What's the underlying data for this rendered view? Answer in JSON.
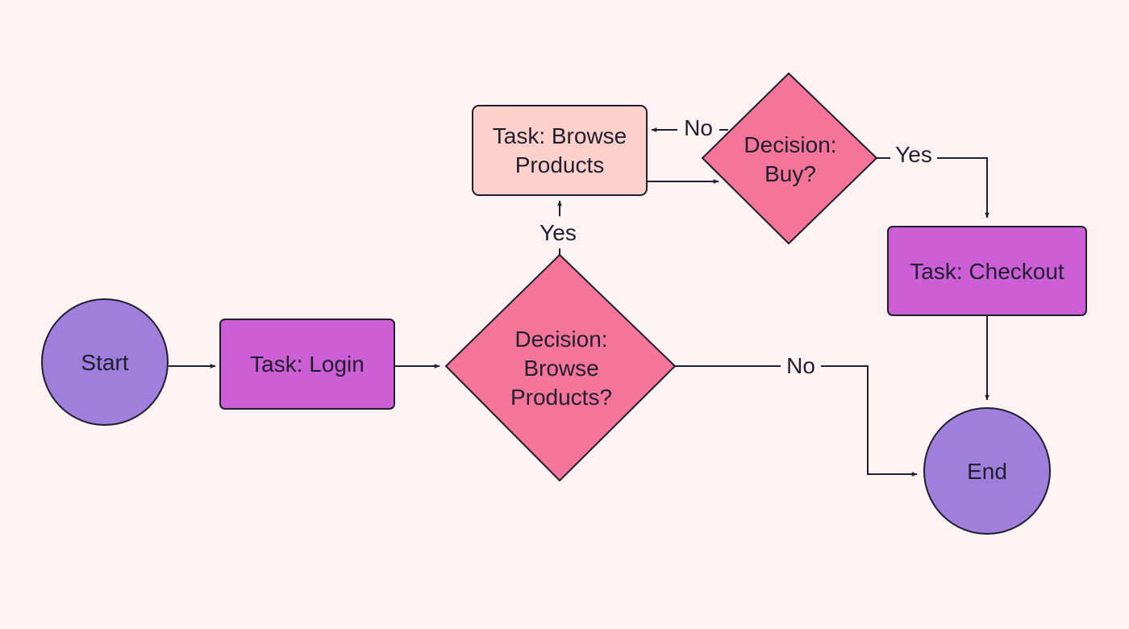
{
  "flowchart": {
    "nodes": {
      "start": {
        "type": "terminal",
        "lines": [
          "Start"
        ],
        "fill": "#9f7fdb"
      },
      "login": {
        "type": "task",
        "lines": [
          "Task: Login"
        ],
        "fill": "#cc5ed6"
      },
      "decision_browse": {
        "type": "decision",
        "lines": [
          "Decision:",
          "Browse",
          "Products?"
        ],
        "fill": "#f47599"
      },
      "browse": {
        "type": "task",
        "lines": [
          "Task: Browse",
          "Products"
        ],
        "fill": "#fdd0cc"
      },
      "decision_buy": {
        "type": "decision",
        "lines": [
          "Decision:",
          "Buy?"
        ],
        "fill": "#f47599"
      },
      "checkout": {
        "type": "task",
        "lines": [
          "Task: Checkout"
        ],
        "fill": "#cc5ed6"
      },
      "end": {
        "type": "terminal",
        "lines": [
          "End"
        ],
        "fill": "#9f7fdb"
      }
    },
    "edges": [
      {
        "from": "start",
        "to": "login",
        "label": ""
      },
      {
        "from": "login",
        "to": "decision_browse",
        "label": ""
      },
      {
        "from": "decision_browse",
        "to": "browse",
        "label": "Yes"
      },
      {
        "from": "decision_browse",
        "to": "end",
        "label": "No"
      },
      {
        "from": "browse",
        "to": "decision_buy",
        "label": ""
      },
      {
        "from": "decision_buy",
        "to": "browse",
        "label": "No"
      },
      {
        "from": "decision_buy",
        "to": "checkout",
        "label": "Yes"
      },
      {
        "from": "checkout",
        "to": "end",
        "label": ""
      }
    ],
    "colors": {
      "background": "#fdf3f3",
      "stroke": "#1f1f2e"
    }
  }
}
